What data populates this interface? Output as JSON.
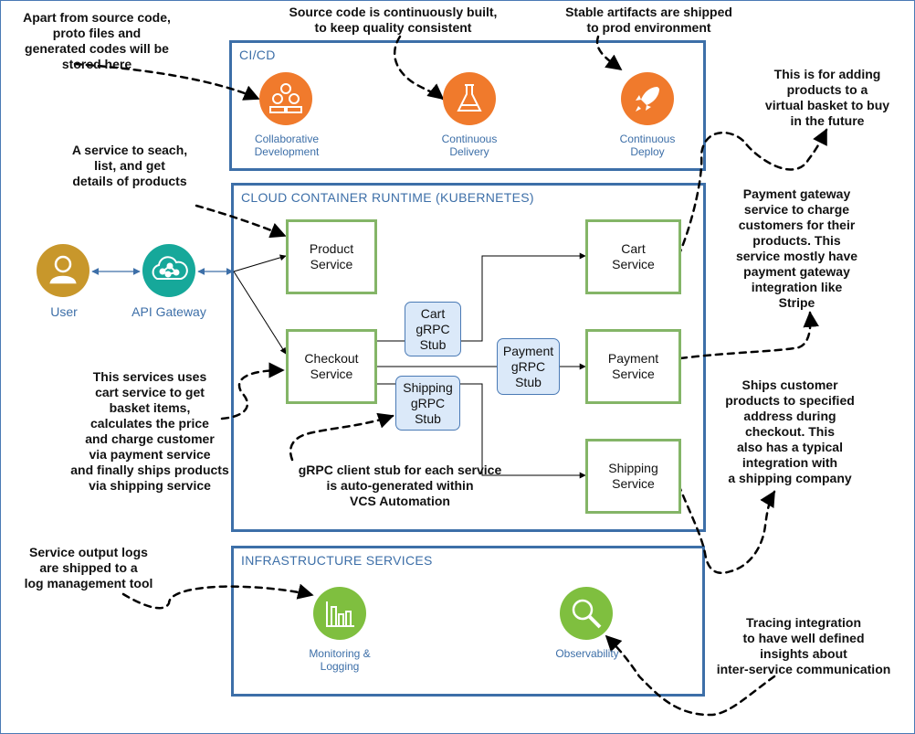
{
  "sections": {
    "cicd": "CI/CD",
    "runtime": "CLOUD CONTAINER RUNTIME (KUBERNETES)",
    "infra": "INFRASTRUCTURE SERVICES"
  },
  "cicd_items": {
    "collab": "Collaborative\nDevelopment",
    "delivery": "Continuous\nDelivery",
    "deploy": "Continuous\nDeploy"
  },
  "infra_items": {
    "monitoring": "Monitoring &\nLogging",
    "observability": "Observability"
  },
  "actors": {
    "user": "User",
    "gateway": "API Gateway"
  },
  "services": {
    "product": "Product\nService",
    "checkout": "Checkout\nService",
    "cart": "Cart\nService",
    "payment": "Payment\nService",
    "shipping": "Shipping\nService"
  },
  "stubs": {
    "cart": "Cart\ngRPC\nStub",
    "payment": "Payment\ngRPC\nStub",
    "shipping": "Shipping\ngRPC\nStub"
  },
  "notes": {
    "source_storage": "Apart from source code,\nproto files and\ngenerated codes will be\nstored here",
    "continuous_build": "Source code is continuously built,\nto keep quality consistent",
    "stable_artifacts": "Stable artifacts are shipped\nto prod environment",
    "cart_purpose": "This is for adding\nproducts to a\nvirtual basket to buy\nin the future",
    "product_purpose": "A service to seach,\nlist, and get\ndetails of products",
    "payment_purpose": "Payment gateway\nservice to charge\ncustomers for their\nproducts. This\nservice mostly have\npayment gateway\nintegration like\nStripe",
    "checkout_purpose": "This services uses\ncart service to get\nbasket items,\ncalculates the price\nand charge customer\nvia payment service\nand finally ships products\nvia shipping service",
    "shipping_purpose": "Ships customer\nproducts to specified\naddress during\ncheckout. This\nalso has a typical\nintegration with\na shipping company",
    "grpc_stub": "gRPC client stub for each service\nis auto-generated within\nVCS Automation",
    "logs": "Service output logs\nare shipped to a\nlog management tool",
    "tracing": "Tracing integration\nto have well defined\ninsights about\ninter-service communication"
  },
  "colors": {
    "section_border": "#3d6fa8",
    "service_border": "#84b567",
    "stub_fill": "#dbe9f9",
    "cicd_icon": "#f07a2c",
    "infra_icon": "#7fbf3f",
    "gateway_icon": "#16a89a",
    "user_icon": "#c8972b"
  },
  "icons": {
    "collab": "people-group-icon",
    "delivery": "flask-icon",
    "deploy": "rocket-icon",
    "monitoring": "bar-chart-icon",
    "observability": "magnifier-icon",
    "user": "person-icon",
    "gateway": "cloud-network-icon"
  }
}
